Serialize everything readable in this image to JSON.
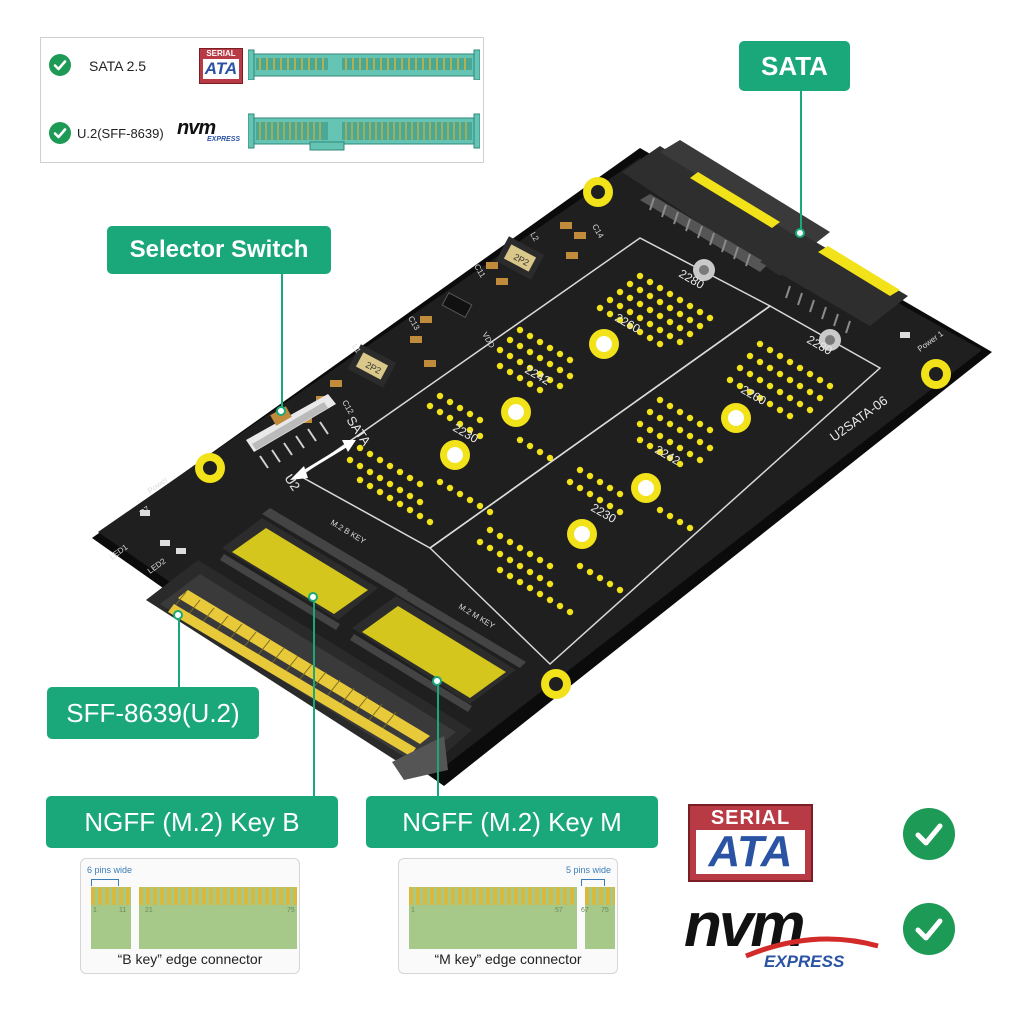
{
  "compat": {
    "rows": [
      {
        "label": "SATA 2.5",
        "logo_top": "SERIAL",
        "logo_main": "ATA"
      },
      {
        "label": "U.2(SFF-8639)",
        "logo_main": "nvm",
        "logo_sub": "EXPRESS"
      }
    ]
  },
  "callouts": {
    "sata": "SATA",
    "selector": "Selector Switch",
    "sff": "SFF-8639(U.2)",
    "key_b": "NGFF  (M.2)  Key  B",
    "key_m": "NGFF  (M.2)  Key  M"
  },
  "board": {
    "model": "U2SATA-06",
    "sizes": [
      "2280",
      "2260",
      "2242",
      "2230"
    ],
    "slot_b_label": "M.2 B KEY",
    "slot_m_label": "M.2 M KEY",
    "switch_labels": [
      "SATA",
      "U2"
    ],
    "silk": [
      "Power",
      "LED1",
      "LED2",
      "R7",
      "Power 1",
      "VDD",
      "L1",
      "L2",
      "C12",
      "C14",
      "C11",
      "C13",
      "2P2"
    ]
  },
  "edge": {
    "b": {
      "note": "6 pins wide",
      "caption": "“B key” edge connector",
      "pins": [
        "1",
        "11",
        "21",
        "75"
      ]
    },
    "m": {
      "note": "5 pins wide",
      "caption": "“M key” edge connector",
      "pins": [
        "1",
        "57",
        "67",
        "75"
      ]
    }
  },
  "logos": {
    "sata_top": "SERIAL",
    "sata_main": "ATA",
    "nvme_main": "nvm",
    "nvme_sub": "EXPRESS"
  },
  "colors": {
    "accent": "#1aa87a",
    "check": "#1d9a55",
    "pcb": "#1c1c1c",
    "gold": "#e8c93a",
    "pad": "#f2e21a",
    "connector_teal": "#5ab9a8"
  }
}
